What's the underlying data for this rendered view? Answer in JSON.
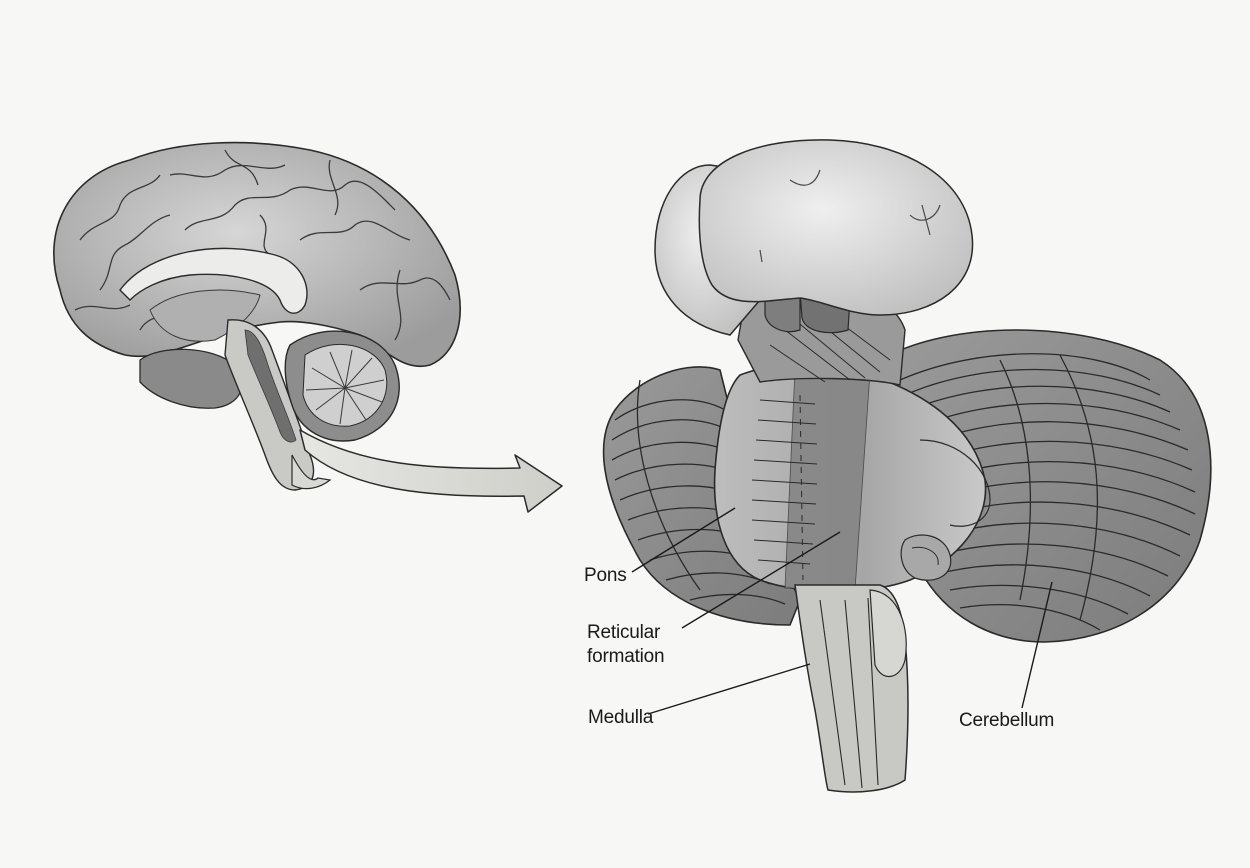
{
  "labels": {
    "pons": "Pons",
    "reticular_line1": "Reticular",
    "reticular_line2": "formation",
    "medulla": "Medulla",
    "cerebellum": "Cerebellum"
  },
  "colors": {
    "background": "#f7f7f5",
    "cortex": "#b9b9b9",
    "brainstem_shade": "#7a7a7a",
    "highlight_region": "#8e8e8e",
    "outline": "#2a2a2a"
  },
  "icons": {
    "arrow": "curved-arrow-icon"
  }
}
